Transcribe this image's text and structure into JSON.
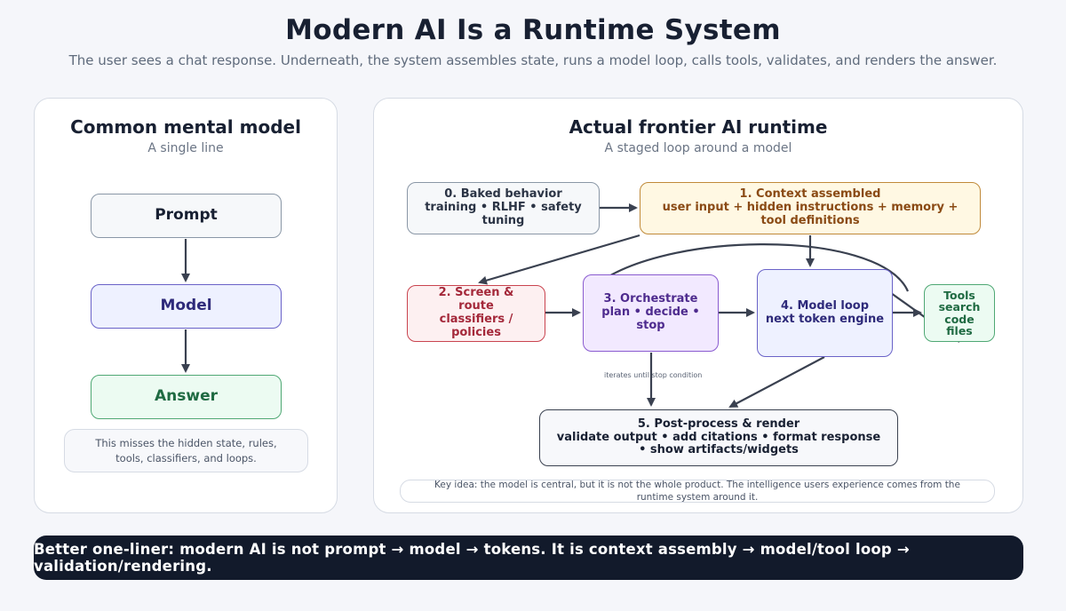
{
  "header": {
    "title": "Modern AI Is a Runtime System",
    "subtitle": "The user sees a chat response. Underneath, the system assembles state, runs a model loop, calls tools, validates, and renders the answer."
  },
  "left_panel": {
    "title": "Common mental model",
    "subtitle": "A single line",
    "steps": [
      "Prompt",
      "Model",
      "Answer"
    ],
    "note": "This misses the hidden state, rules, tools, classifiers, and loops."
  },
  "right_panel": {
    "title": "Actual frontier AI runtime",
    "subtitle": "A staged loop around a model",
    "stages": {
      "s0": {
        "title": "0. Baked behavior",
        "body": "training • RLHF • safety tuning"
      },
      "s1": {
        "title": "1. Context assembled",
        "body": "user input + hidden instructions + memory + tool definitions"
      },
      "s2": {
        "title": "2. Screen & route",
        "body": "classifiers / policies"
      },
      "s3": {
        "title": "3. Orchestrate",
        "body": "plan • decide • stop"
      },
      "s4": {
        "title": "4. Model loop",
        "body": "next token engine"
      },
      "tools": {
        "title": "Tools",
        "body": "search code files"
      },
      "s5": {
        "title": "5. Post-process & render",
        "body": "validate output • add citations • format response • show artifacts/widgets"
      }
    },
    "loop_label": "iterates until stop condition",
    "key_idea": "Key idea: the model is central, but it is not the whole product. The intelligence users experience comes from the runtime system around it."
  },
  "footer": {
    "one_liner": "Better one-liner: modern AI is not prompt → model → tokens. It is context assembly → model/tool loop → validation/rendering."
  },
  "colors": {
    "background": "#f5f6fa",
    "dark": "#121a2b",
    "prompt_fill": "#f6f8fa",
    "prompt_border": "#8a97a6",
    "model_fill": "#eef1ff",
    "model_border": "#6a63c8",
    "answer_fill": "#ecfbf2",
    "answer_border": "#4fa874",
    "context_fill": "#fff8e3",
    "context_border": "#c08a3a",
    "screen_fill": "#fdf0f1",
    "screen_border": "#c9444f",
    "orchestrate_fill": "#f2e9ff",
    "orchestrate_border": "#8a5bd0",
    "tools_fill": "#ecfbf2",
    "tools_border": "#4fa874"
  }
}
